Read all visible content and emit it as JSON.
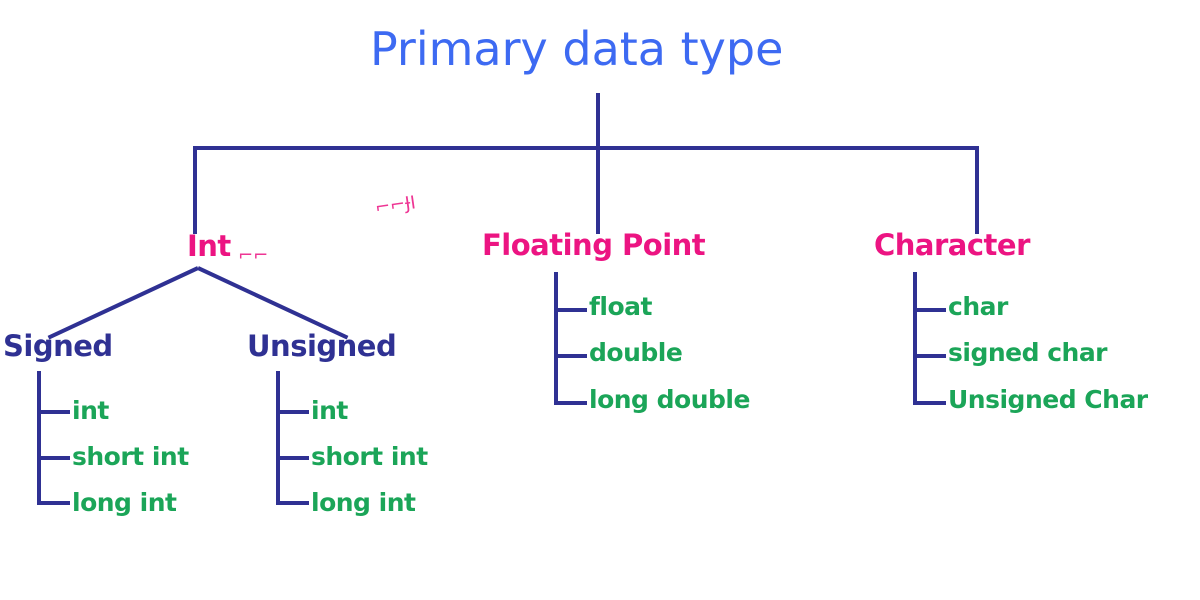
{
  "diagram": {
    "type": "tree",
    "title": "Primary data type",
    "colors": {
      "title": "#3d6af2",
      "level2": "#ec1482",
      "level3": "#2f3193",
      "leaf": "#1ba558",
      "lines": "#2f3193",
      "background": "#ffffff"
    },
    "root": {
      "label": "Primary data type"
    },
    "branches": [
      {
        "label": "Int",
        "children": [
          {
            "label": "Signed",
            "leaves": [
              "int",
              "short int",
              "long int"
            ]
          },
          {
            "label": "Unsigned",
            "leaves": [
              "int",
              "short int",
              "long int"
            ]
          }
        ]
      },
      {
        "label": "Floating Point",
        "leaves": [
          "float",
          "double",
          "long double"
        ]
      },
      {
        "label": "Character",
        "leaves": [
          "char",
          "signed char",
          "Unsigned Char"
        ]
      }
    ]
  }
}
